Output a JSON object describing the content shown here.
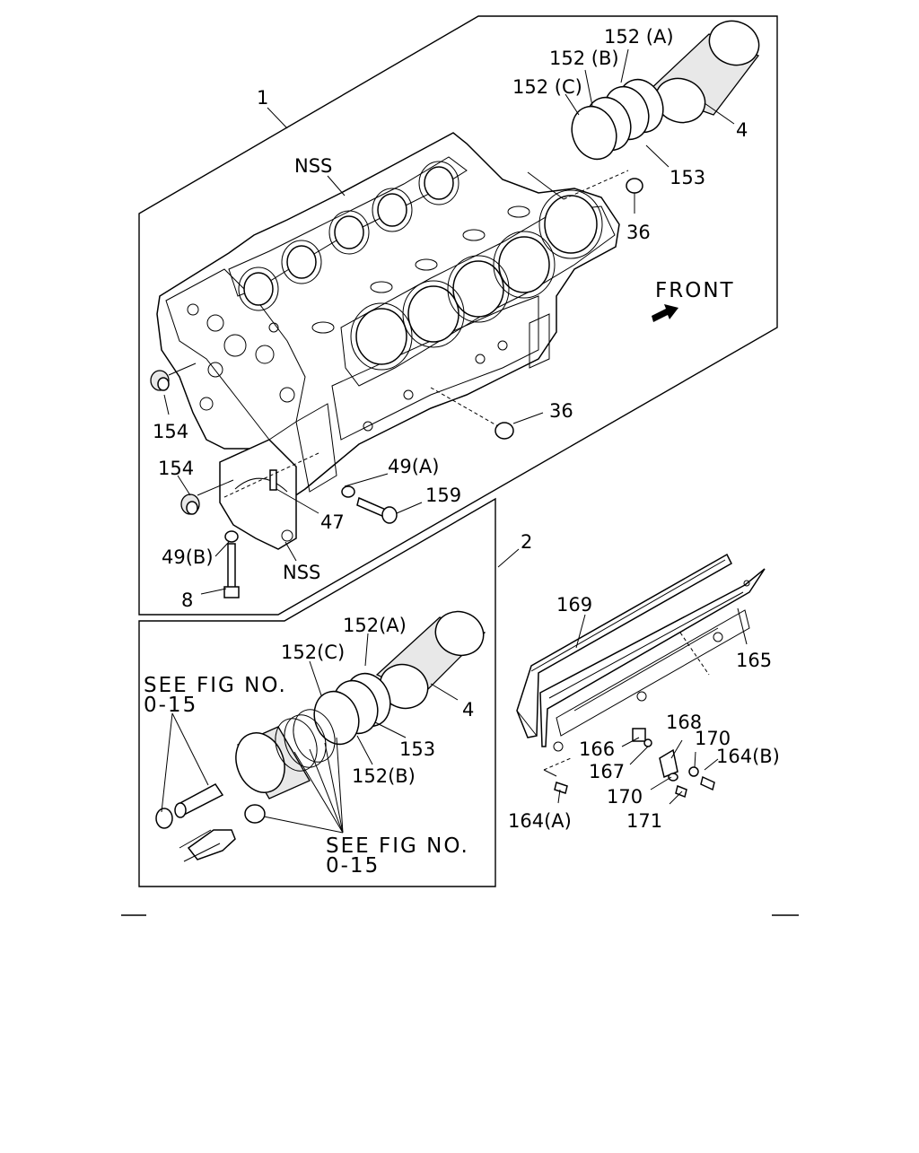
{
  "diagram": {
    "direction_label": "FRONT",
    "labels": {
      "l1": "1",
      "l2": "2",
      "nss_top": "NSS",
      "nss_bottom": "NSS",
      "p152a_top": "152 (A)",
      "p152b_top": "152 (B)",
      "p152c_top": "152 (C)",
      "p4_top": "4",
      "p153_top": "153",
      "p36_a": "36",
      "p36_b": "36",
      "p154_a": "154",
      "p154_b": "154",
      "p49a": "49(A)",
      "p159": "159",
      "p47": "47",
      "p49b": "49(B)",
      "p8": "8",
      "p152a_bot": "152(A)",
      "p152c_bot": "152(C)",
      "p4_bot": "4",
      "p153_bot": "153",
      "p152b_bot": "152(B)",
      "p169": "169",
      "p165": "165",
      "p168": "168",
      "p170_a": "170",
      "p166": "166",
      "p164b": "164(B)",
      "p167": "167",
      "p170_b": "170",
      "p164a": "164(A)",
      "p171": "171"
    },
    "see_fig_1": {
      "line1": "SEE FIG NO.",
      "line2": "0-15"
    },
    "see_fig_2": {
      "line1": "SEE FIG NO.",
      "line2": "0-15"
    }
  }
}
